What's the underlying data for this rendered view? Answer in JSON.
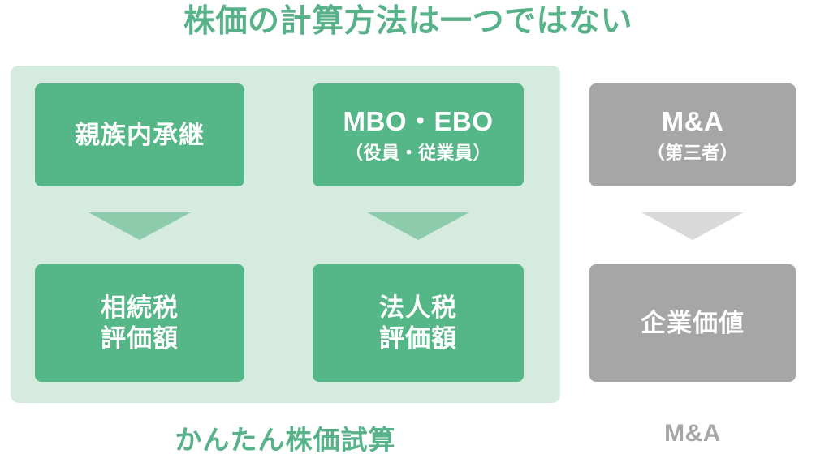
{
  "title": "株価の計算方法は一つではない",
  "colors": {
    "accent_green": "#57b189",
    "card_green": "#55b687",
    "panel_green": "#d6ebdf",
    "arrow_green": "#8ccbab",
    "card_gray": "#a6a6a6",
    "arrow_gray": "#d9d9d9",
    "text_on_card": "#ffffff",
    "background": "#ffffff"
  },
  "groups": {
    "green_panel": {
      "columns": [
        {
          "top": {
            "main": "親族内承継",
            "sub": ""
          },
          "arrow": "down-arrow-icon",
          "bottom": {
            "line1": "相続税",
            "line2": "評価額"
          }
        },
        {
          "top": {
            "main": "MBO・EBO",
            "sub": "（役員・従業員）"
          },
          "arrow": "down-arrow-icon",
          "bottom": {
            "line1": "法人税",
            "line2": "評価額"
          }
        }
      ],
      "caption": "かんたん株価試算"
    },
    "gray_column": {
      "top": {
        "main": "M&A",
        "sub": "（第三者）"
      },
      "arrow": "down-arrow-icon",
      "bottom": {
        "line1": "企業価値",
        "line2": ""
      },
      "caption": "M&A"
    }
  }
}
